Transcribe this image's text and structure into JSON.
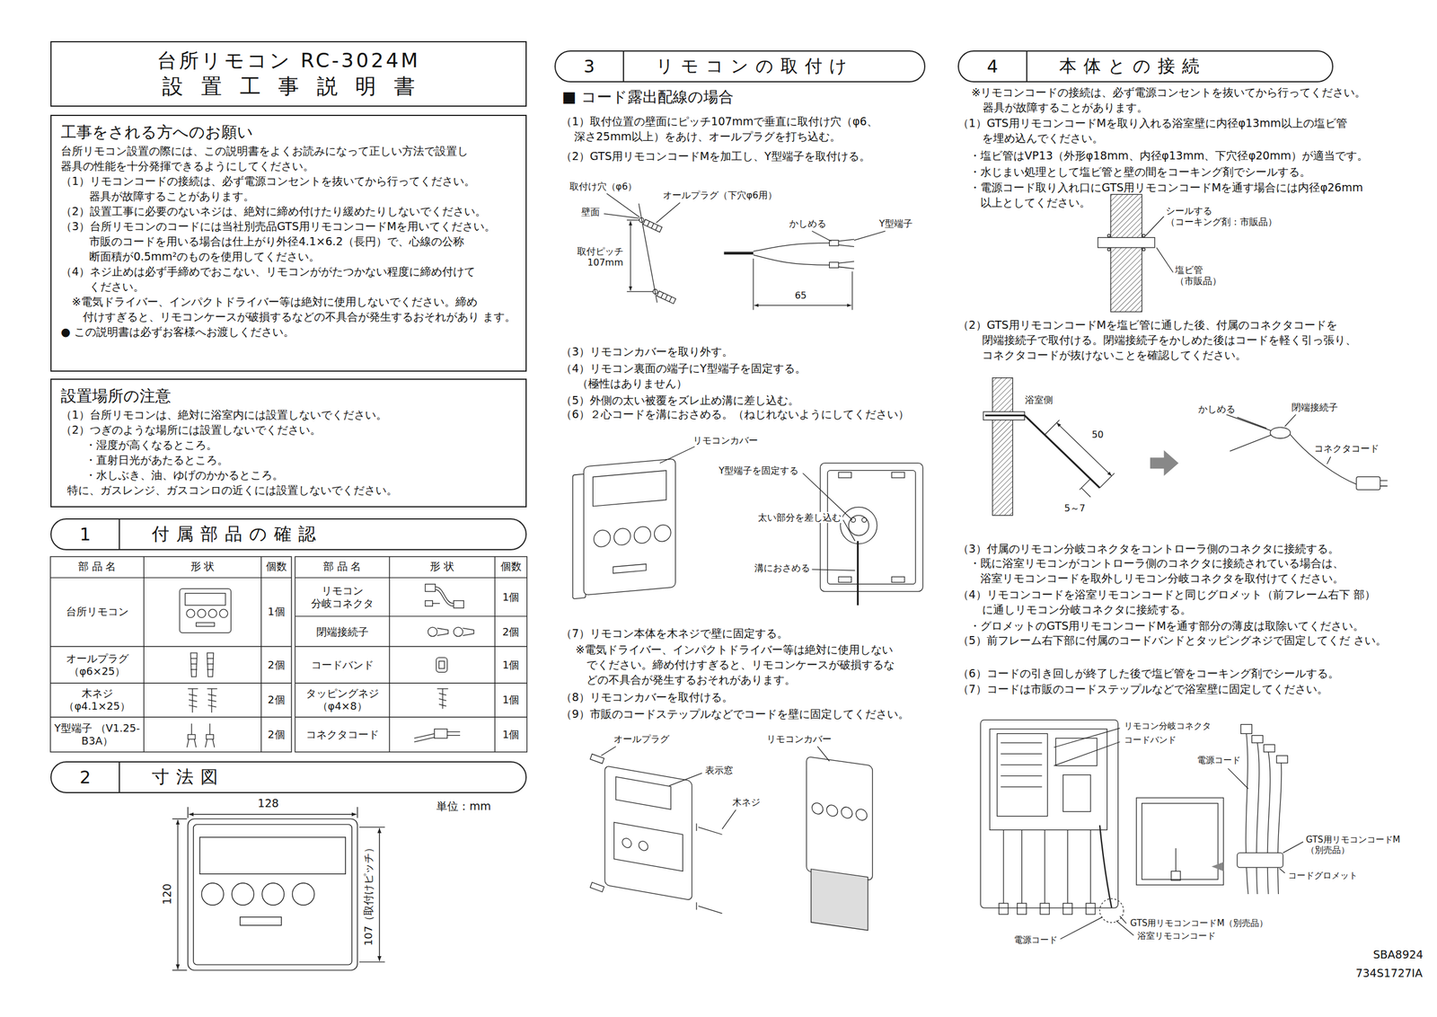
{
  "diagram": {
    "nodes": [
      {
        "text": [
          "台所リモコン RC-3024M",
          "設置工事説明書"
        ]
      },
      {
        "text": [
          "工事をされる方へのお願い",
          "台所リモコン設置の際には、この説明書をよくお読みになって正しい方法で設置し 器具の性能を十分発揮できるようにしてください。",
          "（1）リモコンコードの接続は、必ず電源コンセントを抜いてから行ってください。 器具が故障することがあります。",
          "（2）設置工事に必要のないネジは、絶対に締め付けたり緩めたりしないでください。",
          "（3）台所リモコンのコードには当社別売品GTS用リモコンコードMを用いてください。 市販のコードを用いる場合は仕上がり外径4.1×6.2（長円）で、心線の公称 断面積が0.5mm²のものを使用してください。",
          "（4）ネジ止めは必ず手締めでおこない、リモコンががたつかない程度に締め付けて ください。",
          "※電気ドライバー、インパクトドライバー等は絶対に使用しないでください。締め 付けすぎると、リモコンケースが破損するなどの不具合が発生するおそれがあり ます。",
          "● この説明書は必ずお客様へお渡しください。"
        ]
      },
      {
        "text": [
          "設置場所の注意",
          "（1）台所リモコンは、絶対に浴室内には設置しないでください。",
          "（2）つぎのような場所には設置しないでください。",
          "・湿度が高くなるところ。",
          "・直射日光があたるところ。",
          "・水しぶき、油、ゆげのかかるところ。",
          "特に、ガスレンジ、ガスコンロの近くには設置しないでください。"
        ]
      },
      {
        "text": [
          "1",
          "付属部品の確認"
        ]
      },
      {
        "text": [
          "2",
          "寸法図"
        ]
      },
      {
        "text": [
          "3",
          "リモコンの取付け"
        ]
      },
      {
        "text": [
          "4",
          "本体との接続"
        ]
      }
    ],
    "labels": [
      "部品名",
      "形状",
      "個数",
      "部品名",
      "形状",
      "個数",
      "台所リモコン",
      "1個",
      "リモコン 分岐コネクタ",
      "1個",
      "閉端接続子",
      "2個",
      "オールプラグ （φ6×25）",
      "2個",
      "コードバンド",
      "1個",
      "木ネジ （φ4.1×25）",
      "2個",
      "タッピングネジ （φ4×8）",
      "1個",
      "Y型端子 （V1.25-B3A）",
      "2個",
      "コネクタコード",
      "1個",
      "単位：mm",
      "128",
      "120",
      "107（取付けピッチ）",
      "■ コード露出配線の場合",
      "（1）取付位置の壁面にピッチ107mmで垂直に取付け穴（φ6、 深さ25mm以上）をあけ、オールプラグを打ち込む。",
      "（2）GTS用リモコンコードMを加工し、Y型端子を取付ける。",
      "取付け穴（φ6）",
      "オールプラグ（下穴φ6用）",
      "壁面",
      "取付ピッチ 107mm",
      "かしめる",
      "Y型端子",
      "65",
      "（3）リモコンカバーを取り外す。",
      "（4）リモコン裏面の端子にY型端子を固定する。 （極性はありません）",
      "（5）外側の太い被覆をズレ止め溝に差し込む。",
      "（6）２心コードを溝におさめる。（ねじれないようにしてください）",
      "リモコンカバー",
      "Y型端子を固定する",
      "太い部分を差し込む",
      "溝におさめる",
      "（7）リモコン本体を木ネジで壁に固定する。",
      "※電気ドライバー、インパクトドライバー等は絶対に使用しない でください。締め付けすぎると、リモコンケースが破損するな どの不具合が発生するおそれがあります。",
      "（8）リモコンカバーを取付ける。",
      "（9）市販のコードステップルなどでコードを壁に固定してください。",
      "オールプラグ",
      "リモコンカバー",
      "表示窓",
      "木ネジ",
      "※リモコンコードの接続は、必ず電源コンセントを抜いてから行ってください。 器具が故障することがあります。",
      "（1）GTS用リモコンコードMを取り入れる浴室壁に内径φ13mm以上の塩ビ管 を埋め込んでください。",
      "・塩ビ管はVP13（外形φ18mm、内径φ13mm、下穴径φ20mm）が適当です。",
      "・水じまい処理として塩ビ管と壁の間をコーキング剤でシールする。",
      "・電源コード取り入れ口にGTS用リモコンコードMを通す場合には内径φ26mm 以上としてください。",
      "シールする （コーキング剤：市販品）",
      "塩ビ管 （市販品）",
      "（2）GTS用リモコンコードMを塩ビ管に通した後、付属のコネクタコードを 閉端接続子で取付ける。閉端接続子をかしめた後はコードを軽く引っ張り、 コネクタコードが抜けないことを確認してください。",
      "浴室側",
      "50",
      "5～7",
      "かしめる",
      "閉端接続子",
      "コネクタコード",
      "（3）付属のリモコン分岐コネクタをコントローラ側のコネクタに接続する。",
      "・既に浴室リモコンがコントローラ側のコネクタに接続されている場合は、 浴室リモコンコードを取外しリモコン分岐コネクタを取付けてください。",
      "（4）リモコンコードを浴室リモコンコードと同じグロメット（前フレーム右下 部）に通しリモコン分岐コネクタに接続する。",
      "・グロメットのGTS用リモコンコードMを通す部分の薄皮は取除いてください。",
      "（5）前フレーム右下部に付属のコードバンドとタッピングネジで固定してくだ さい。",
      "（6）コードの引き回しが終了した後で塩ビ管をコーキング剤でシールする。",
      "（7）コードは市販のコードステップルなどで浴室壁に固定してください。",
      "リモコン分岐コネクタ",
      "コードバンド",
      "電源コード",
      "GTS用リモコンコードM （別売品）",
      "コードグロメット",
      "GTS用リモコンコードM（別売品）",
      "浴室リモコンコード",
      "電源コード",
      "SBA8924",
      "734S1727IA"
    ]
  }
}
